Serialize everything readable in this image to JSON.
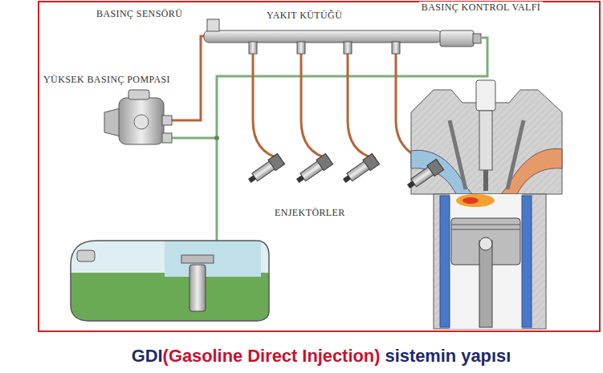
{
  "diagram": {
    "caption": "GDI(Gasoline Direct Injection) sistemin yapısı",
    "labels": [
      "BASINÇ SENSÖRÜ",
      "YAKIT KÜTÜĞÜ",
      "BASINÇ KONTROL VALFİ",
      "YÜKSEK BASINÇ POMPASI",
      "ENJEKTÖRLER"
    ]
  }
}
